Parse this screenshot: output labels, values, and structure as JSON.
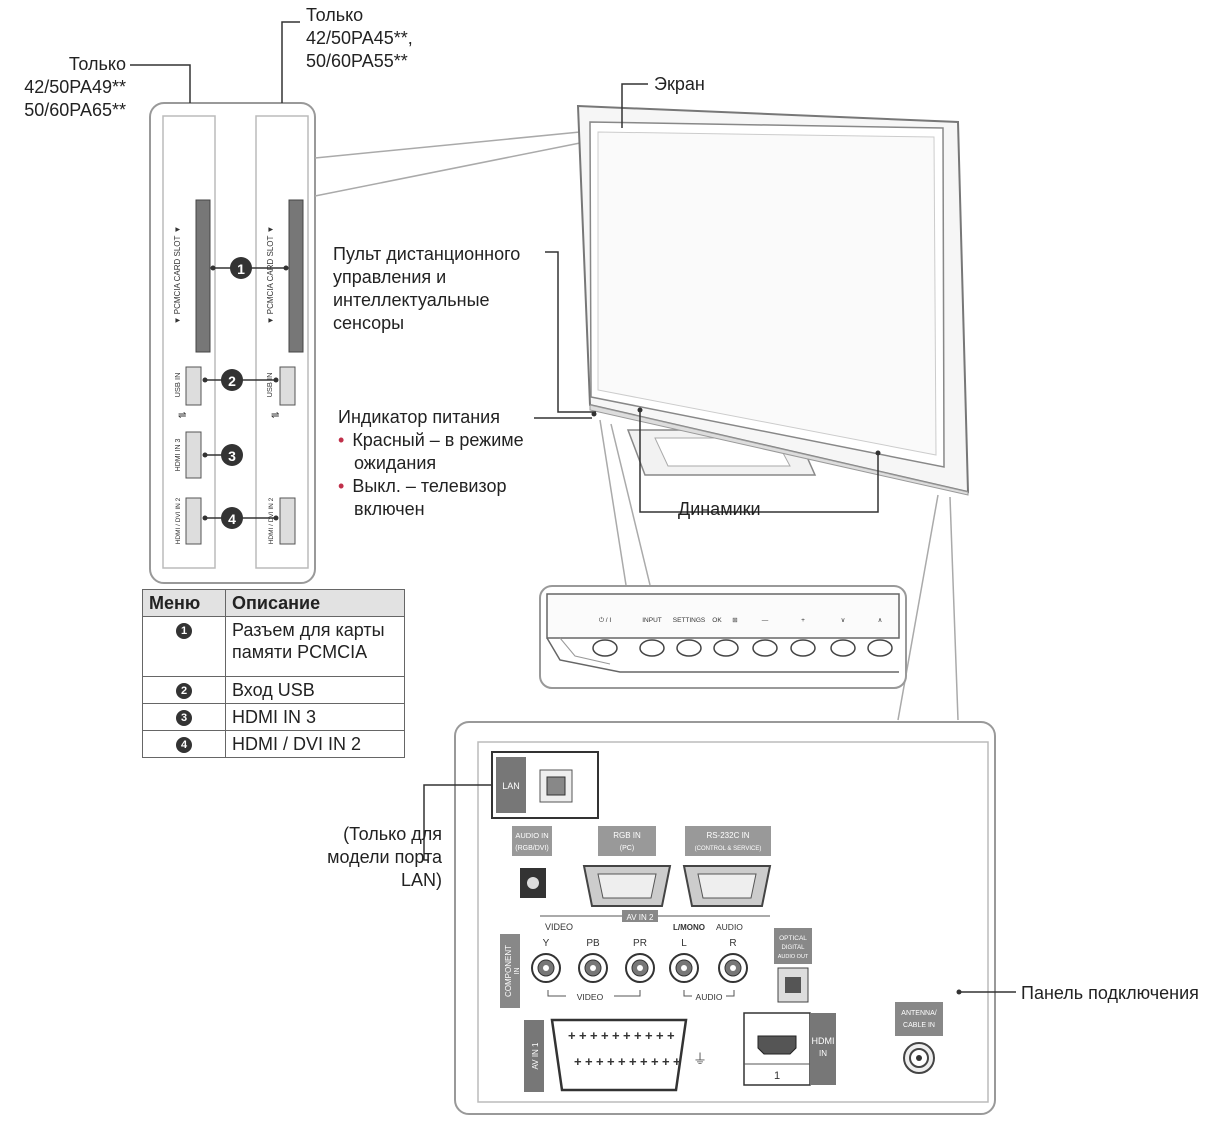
{
  "side_panel": {
    "left_label": [
      "Только",
      "42/50PA49**",
      "50/60PA65**"
    ],
    "right_label": [
      "Только",
      "42/50PA45**,",
      "50/60PA55**"
    ],
    "slot_label": "▼ PCMCIA CARD SLOT ▼",
    "usb_label": "USB IN",
    "hdmi3_label": "HDMI IN 3",
    "hdmi2_label": "HDMI / DVI IN 2",
    "callouts": [
      "1",
      "2",
      "3",
      "4"
    ]
  },
  "tv_labels": {
    "screen": "Экран",
    "remote": [
      "Пульт дистанционного",
      "управления и",
      "интеллектуальные",
      "сенсоры"
    ],
    "power_title": "Индикатор питания",
    "power_items": [
      "Красный – в режиме",
      "ожидания",
      "Выкл. – телевизор",
      "включен"
    ],
    "speakers": "Динамики"
  },
  "control_buttons": [
    "⏻ / I",
    "INPUT",
    "SETTINGS",
    "OK",
    "⊞",
    "—",
    "+",
    "∨",
    "∧"
  ],
  "menu_table": {
    "headers": [
      "Меню",
      "Описание"
    ],
    "rows": [
      {
        "num": "1",
        "desc": "Разъем для карты памяти PCMCIA"
      },
      {
        "num": "2",
        "desc": "Вход USB"
      },
      {
        "num": "3",
        "desc": "HDMI IN 3"
      },
      {
        "num": "4",
        "desc": "HDMI / DVI IN 2"
      }
    ]
  },
  "connection_panel": {
    "label": "Панель подключения",
    "lan_note": [
      "(Только для",
      "модели порта",
      "LAN)"
    ],
    "lan": "LAN",
    "audio_in": [
      "AUDIO IN",
      "(RGB/DVI)"
    ],
    "rgb_in": [
      "RGB IN",
      "(PC)"
    ],
    "rs232": [
      "RS-232C IN",
      "(CONTROL & SERVICE)"
    ],
    "av_in2": "AV IN 2",
    "video": "VIDEO",
    "l_mono": "L/MONO",
    "audio": "AUDIO",
    "component": [
      "COMPONENT",
      "IN"
    ],
    "jack_labels": [
      "Y",
      "PB",
      "PR",
      "L",
      "R"
    ],
    "video_group": "VIDEO",
    "audio_group": "AUDIO",
    "optical": [
      "OPTICAL",
      "DIGITAL",
      "AUDIO OUT"
    ],
    "av_in1": "AV IN 1",
    "hdmi_in": [
      "HDMI",
      "IN"
    ],
    "hdmi_num": "1",
    "antenna": [
      "ANTENNA/",
      "CABLE IN"
    ]
  }
}
